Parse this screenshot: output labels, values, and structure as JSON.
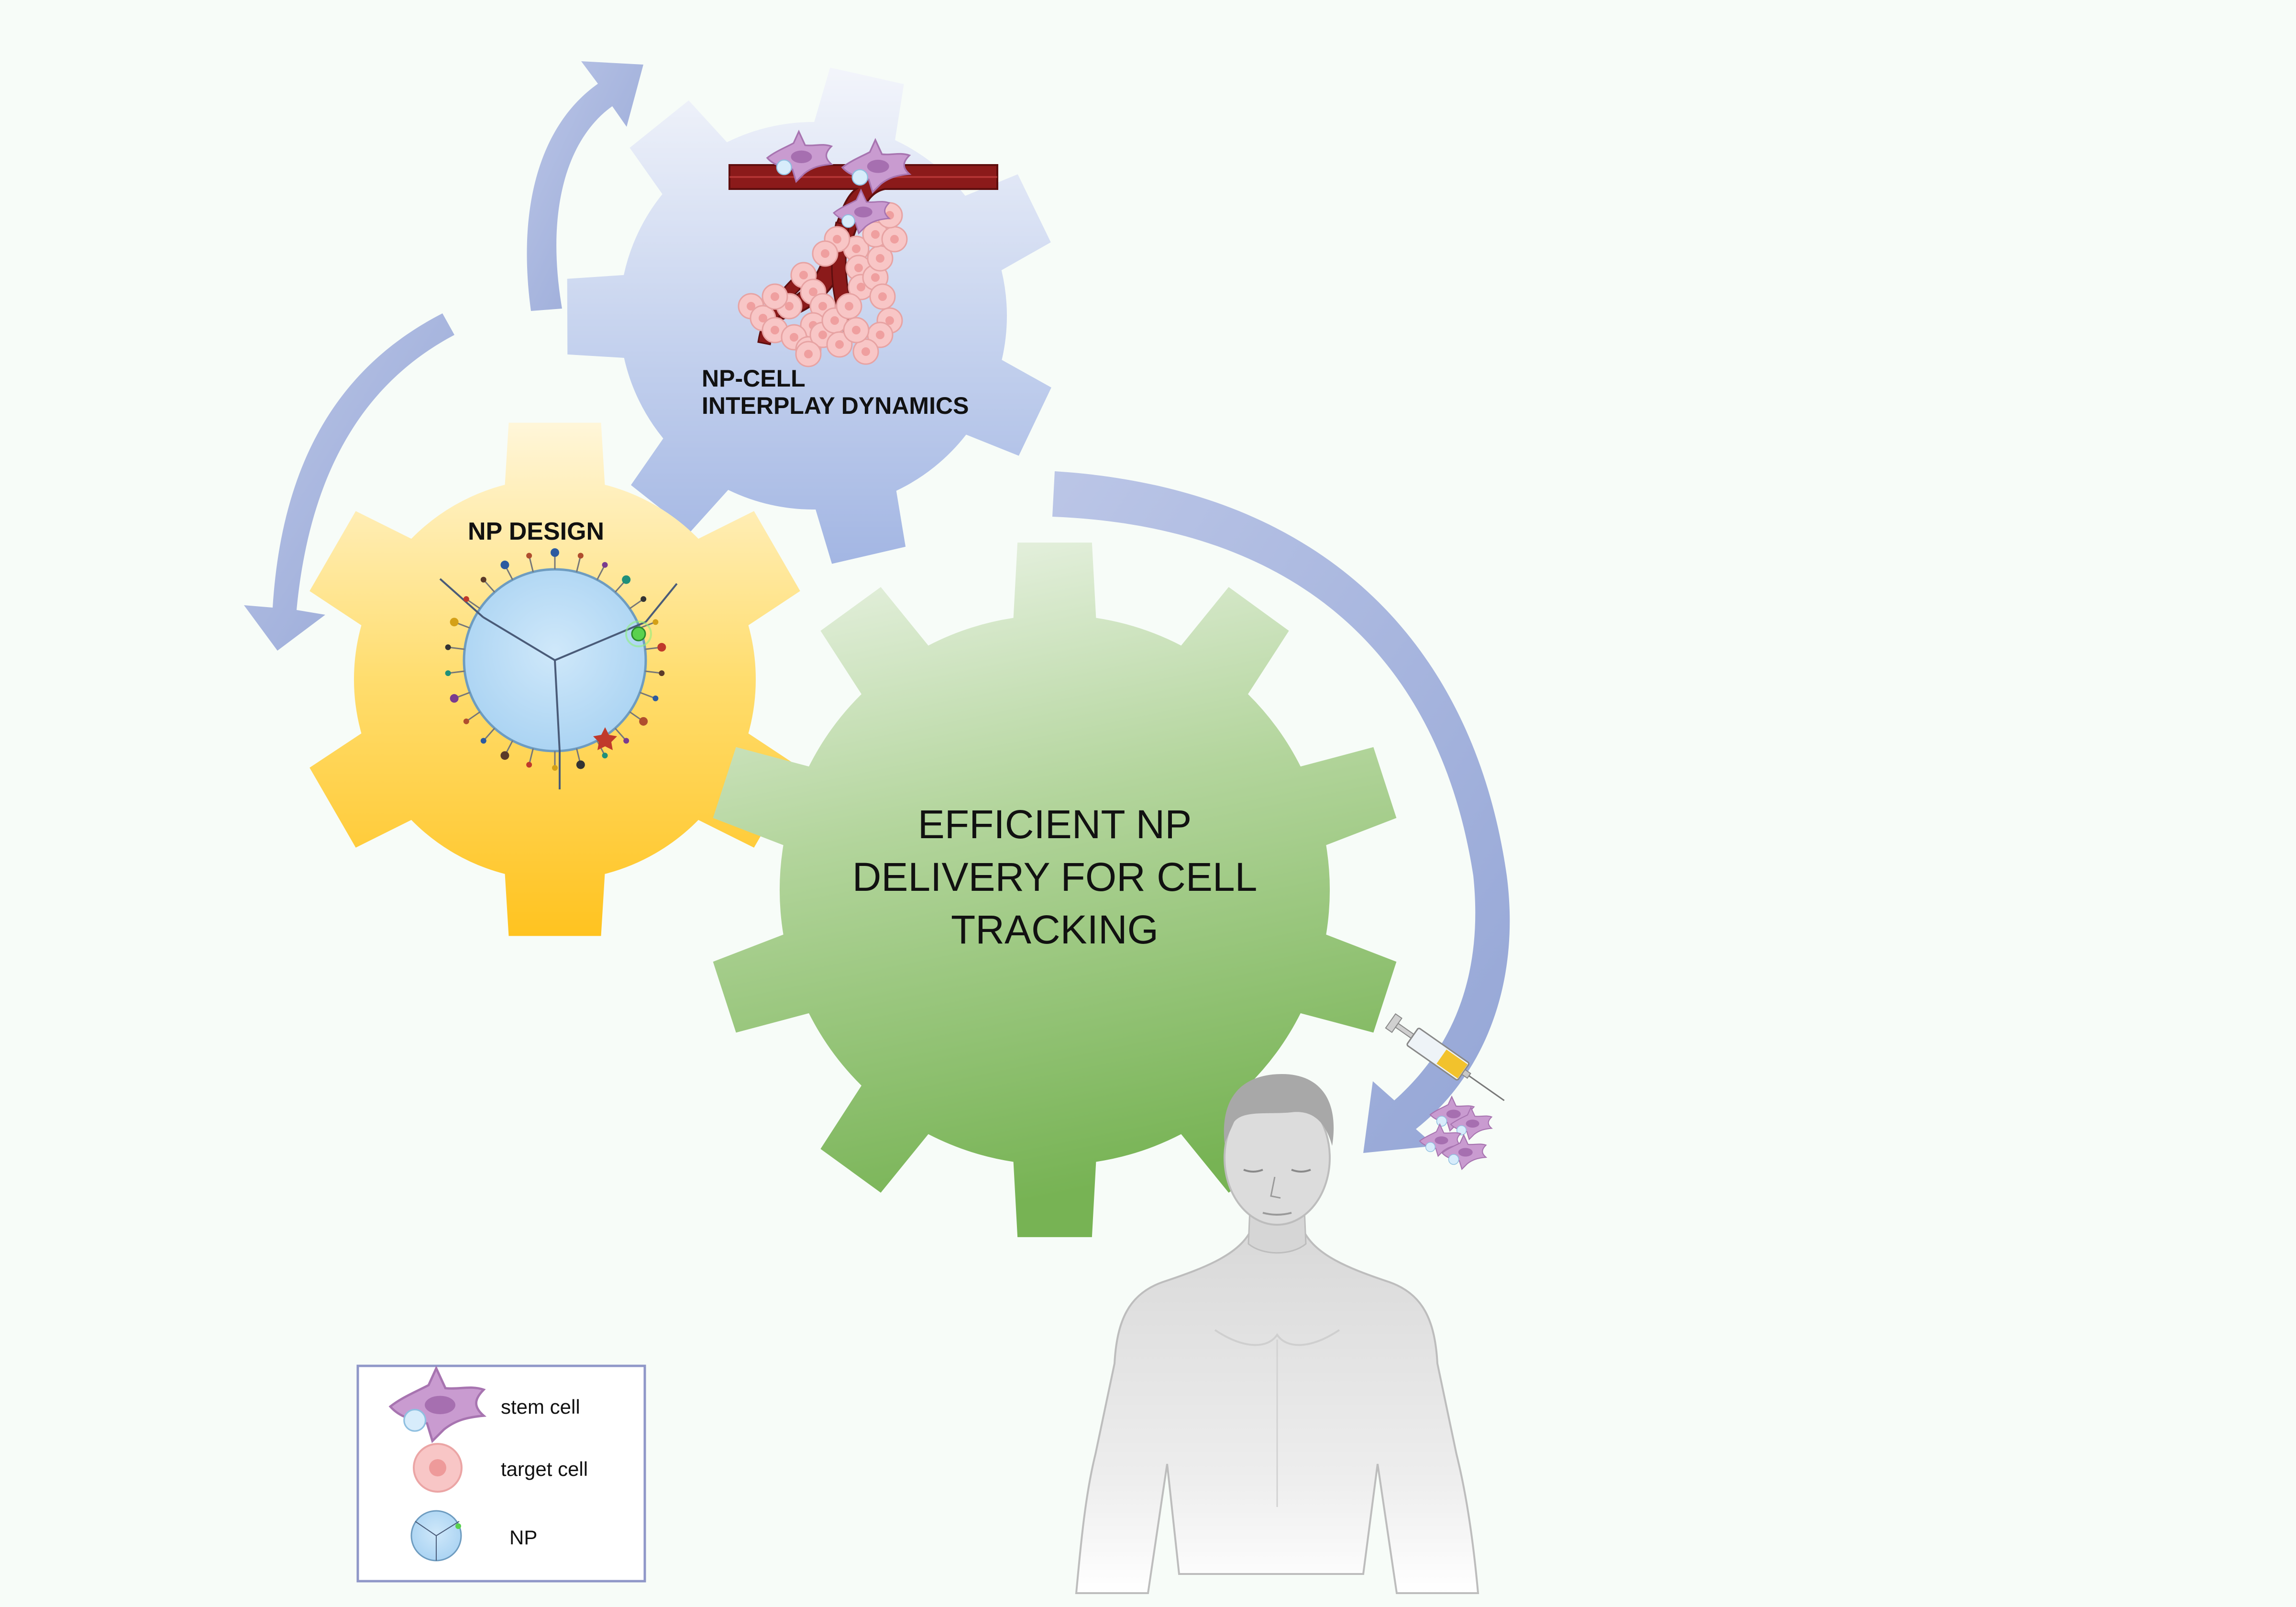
{
  "gears": {
    "np_design": {
      "label": "NP DESIGN"
    },
    "interplay": {
      "line1": "NP-CELL",
      "line2": "INTERPLAY DYNAMICS"
    },
    "delivery": {
      "line1": "EFFICIENT NP",
      "line2": "DELIVERY FOR CELL",
      "line3": "TRACKING"
    }
  },
  "legend": {
    "items": [
      {
        "label": "stem cell",
        "icon": "stem-cell-icon"
      },
      {
        "label": "target cell",
        "icon": "target-cell-icon"
      },
      {
        "label": "NP",
        "icon": "nanoparticle-icon"
      }
    ]
  },
  "colors": {
    "np_design_gear": "#ffc72c",
    "interplay_gear": "#a9bde6",
    "delivery_gear": "#86bb63",
    "arrow": "#9fb0dd",
    "stem_cell": "#c391c9",
    "target_cell": "#f6b4b4",
    "nanoparticle": "#b8dcf4",
    "vessel": "#8b1a1a"
  }
}
